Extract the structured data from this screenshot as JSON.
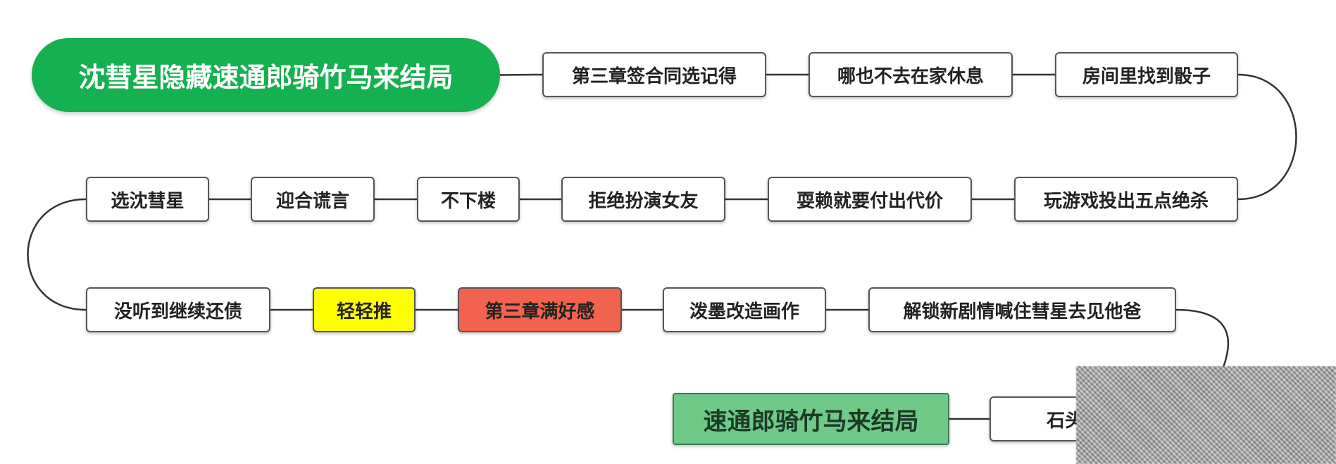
{
  "colors": {
    "title_bg": "#15b04f",
    "end_bg": "#6fc987",
    "yellow": "#ffff00",
    "red": "#f2634f",
    "line": "#333333"
  },
  "nodes": [
    {
      "id": "title",
      "text": "沈彗星隐藏速通郎骑竹马来结局",
      "style": "title"
    },
    {
      "id": "n1",
      "text": "第三章签合同选记得"
    },
    {
      "id": "n2",
      "text": "哪也不去在家休息"
    },
    {
      "id": "n3",
      "text": "房间里找到骰子"
    },
    {
      "id": "n4",
      "text": "玩游戏投出五点绝杀"
    },
    {
      "id": "n5",
      "text": "耍赖就要付出代价"
    },
    {
      "id": "n6",
      "text": "拒绝扮演女友"
    },
    {
      "id": "n7",
      "text": "不下楼"
    },
    {
      "id": "n8",
      "text": "迎合谎言"
    },
    {
      "id": "n9",
      "text": "选沈彗星"
    },
    {
      "id": "n10",
      "text": "没听到继续还债"
    },
    {
      "id": "n11",
      "text": "轻轻推",
      "style": "yellow"
    },
    {
      "id": "n12",
      "text": "第三章满好感",
      "style": "red"
    },
    {
      "id": "n13",
      "text": "泼墨改造画作"
    },
    {
      "id": "n14",
      "text": "解锁新剧情喊住彗星去见他爸"
    },
    {
      "id": "n15",
      "text": "石头剪刀布"
    },
    {
      "id": "end",
      "text": "速通郎骑竹马来结局",
      "style": "end"
    }
  ],
  "edges": [
    [
      "title",
      "n1"
    ],
    [
      "n1",
      "n2"
    ],
    [
      "n2",
      "n3"
    ],
    [
      "n3",
      "n4"
    ],
    [
      "n4",
      "n5"
    ],
    [
      "n5",
      "n6"
    ],
    [
      "n6",
      "n7"
    ],
    [
      "n7",
      "n8"
    ],
    [
      "n8",
      "n9"
    ],
    [
      "n9",
      "n10"
    ],
    [
      "n10",
      "n11"
    ],
    [
      "n11",
      "n12"
    ],
    [
      "n12",
      "n13"
    ],
    [
      "n13",
      "n14"
    ],
    [
      "n14",
      "n15"
    ],
    [
      "n15",
      "end"
    ]
  ]
}
